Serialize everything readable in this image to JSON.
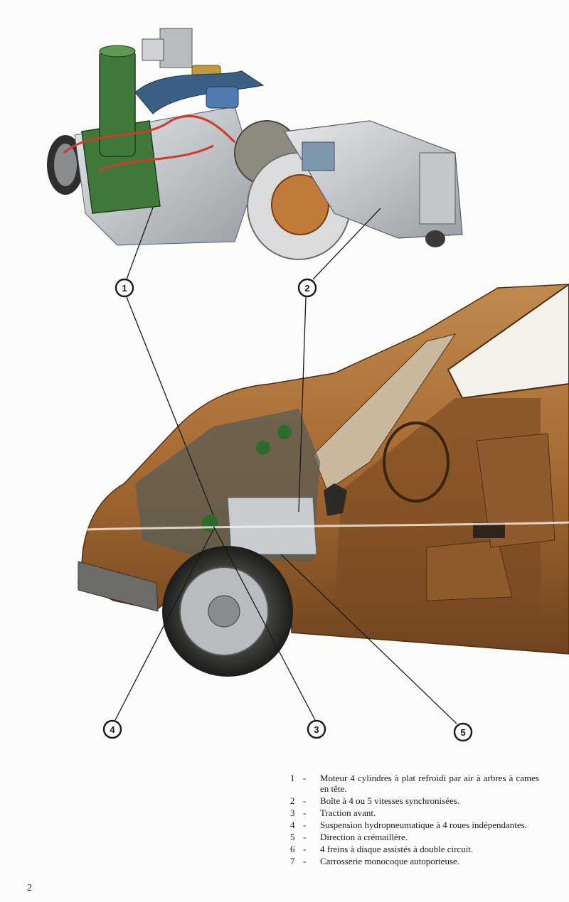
{
  "callouts": [
    "1",
    "2",
    "3",
    "4",
    "5"
  ],
  "legend": [
    {
      "num": "1",
      "dash": "-",
      "text": "Moteur 4 cylindres à plat refroidi par air à arbres à cames en tête."
    },
    {
      "num": "2",
      "dash": "-",
      "text": "Boîte à 4 ou 5 vitesses synchronisées."
    },
    {
      "num": "3",
      "dash": "-",
      "text": "Traction avant."
    },
    {
      "num": "4",
      "dash": "-",
      "text": "Suspension hydropneumatique à 4 roues indépendantes."
    },
    {
      "num": "5",
      "dash": "-",
      "text": "Direction à crémaillère."
    },
    {
      "num": "6",
      "dash": "-",
      "text": "4 freins à disque assistés à double circuit."
    },
    {
      "num": "7",
      "dash": "-",
      "text": "Carrosserie monocoque autoporteuse."
    }
  ],
  "page_number": "2",
  "colors": {
    "body_paint": "#a66a32",
    "engine_green": "#3f7a3a",
    "aluminium": "#c9ccd0",
    "background": "#fbfbf9"
  }
}
